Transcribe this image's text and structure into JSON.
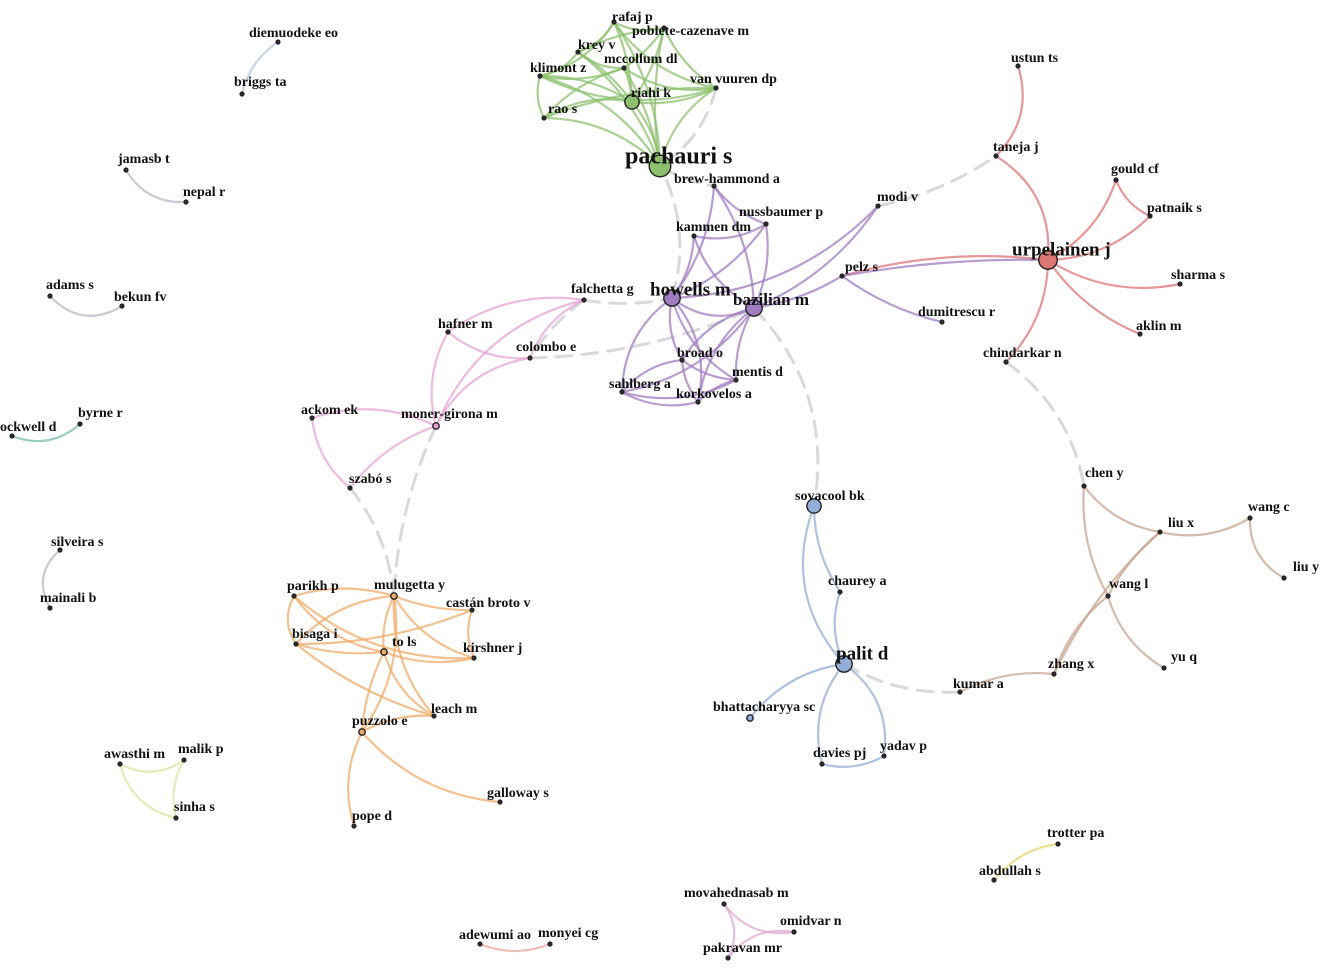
{
  "clusters": {
    "green": "#8cc06e",
    "purple": "#a07cc0",
    "red": "#de7676",
    "pink": "#e4a4d6",
    "orange": "#eeac6a",
    "blue": "#93aed6",
    "brown": "#c7a48e",
    "grey": "#b6b8c7",
    "teal": "#7bbcae",
    "lightblue": "#b2c8e2",
    "lime": "#d8e6a0",
    "salmon": "#eaaa9e",
    "yellow": "#e4d66c",
    "mauve": "#dcaad0"
  },
  "nodes": [
    {
      "id": "pachauri",
      "label": "pachauri s",
      "cluster": "green",
      "size": 3
    },
    {
      "id": "rafaj",
      "label": "rafaj p",
      "cluster": "green",
      "size": 1
    },
    {
      "id": "poblete",
      "label": "poblete-cazenave m",
      "cluster": "green",
      "size": 1
    },
    {
      "id": "krey",
      "label": "krey v",
      "cluster": "green",
      "size": 1
    },
    {
      "id": "mccollum",
      "label": "mccollum dl",
      "cluster": "green",
      "size": 1
    },
    {
      "id": "klimont",
      "label": "klimont z",
      "cluster": "green",
      "size": 1
    },
    {
      "id": "vanvuuren",
      "label": "van vuuren dp",
      "cluster": "green",
      "size": 1
    },
    {
      "id": "riahi",
      "label": "riahi k",
      "cluster": "green",
      "size": 1.6
    },
    {
      "id": "raos",
      "label": "rao s",
      "cluster": "green",
      "size": 1
    },
    {
      "id": "brewhammond",
      "label": "brew-hammond a",
      "cluster": "purple",
      "size": 1
    },
    {
      "id": "nussbaumer",
      "label": "nussbaumer p",
      "cluster": "purple",
      "size": 1
    },
    {
      "id": "kammen",
      "label": "kammen dm",
      "cluster": "purple",
      "size": 1
    },
    {
      "id": "howells",
      "label": "howells m",
      "cluster": "purple",
      "size": 2
    },
    {
      "id": "bazilian",
      "label": "bazilian m",
      "cluster": "purple",
      "size": 2
    },
    {
      "id": "broad",
      "label": "broad o",
      "cluster": "purple",
      "size": 1
    },
    {
      "id": "mentis",
      "label": "mentis d",
      "cluster": "purple",
      "size": 1
    },
    {
      "id": "sahlberg",
      "label": "sahlberg a",
      "cluster": "purple",
      "size": 1
    },
    {
      "id": "korkovelos",
      "label": "korkovelos a",
      "cluster": "purple",
      "size": 1
    },
    {
      "id": "modi",
      "label": "modi v",
      "cluster": "purple",
      "size": 1
    },
    {
      "id": "pelz",
      "label": "pelz s",
      "cluster": "purple",
      "size": 1
    },
    {
      "id": "ustun",
      "label": "ustun ts",
      "cluster": "red",
      "size": 1
    },
    {
      "id": "taneja",
      "label": "taneja j",
      "cluster": "red",
      "size": 1
    },
    {
      "id": "gould",
      "label": "gould cf",
      "cluster": "red",
      "size": 1
    },
    {
      "id": "patnaik",
      "label": "patnaik s",
      "cluster": "red",
      "size": 1
    },
    {
      "id": "urpelainen",
      "label": "urpelainen j",
      "cluster": "red",
      "size": 2.4
    },
    {
      "id": "sharma",
      "label": "sharma s",
      "cluster": "red",
      "size": 1
    },
    {
      "id": "aklin",
      "label": "aklin m",
      "cluster": "red",
      "size": 1
    },
    {
      "id": "dumitrescu",
      "label": "dumitrescu r",
      "cluster": "red",
      "size": 1
    },
    {
      "id": "chindarkar",
      "label": "chindarkar n",
      "cluster": "red",
      "size": 1
    },
    {
      "id": "falchetta",
      "label": "falchetta g",
      "cluster": "pink",
      "size": 1
    },
    {
      "id": "hafner",
      "label": "hafner m",
      "cluster": "pink",
      "size": 1
    },
    {
      "id": "colombo",
      "label": "colombo e",
      "cluster": "pink",
      "size": 1
    },
    {
      "id": "ackom",
      "label": "ackom ek",
      "cluster": "pink",
      "size": 1
    },
    {
      "id": "monergirona",
      "label": "moner-girona m",
      "cluster": "pink",
      "size": 1.2
    },
    {
      "id": "szabo",
      "label": "szabó s",
      "cluster": "pink",
      "size": 1
    },
    {
      "id": "parikh",
      "label": "parikh p",
      "cluster": "orange",
      "size": 1
    },
    {
      "id": "mulugetta",
      "label": "mulugetta y",
      "cluster": "orange",
      "size": 1.2
    },
    {
      "id": "castan",
      "label": "castán broto v",
      "cluster": "orange",
      "size": 1
    },
    {
      "id": "bisaga",
      "label": "bisaga i",
      "cluster": "orange",
      "size": 1
    },
    {
      "id": "tols",
      "label": "to ls",
      "cluster": "orange",
      "size": 1.2
    },
    {
      "id": "kirshner",
      "label": "kirshner j",
      "cluster": "orange",
      "size": 1
    },
    {
      "id": "leach",
      "label": "leach m",
      "cluster": "orange",
      "size": 1
    },
    {
      "id": "puzzolo",
      "label": "puzzolo e",
      "cluster": "orange",
      "size": 1.2
    },
    {
      "id": "galloway",
      "label": "galloway s",
      "cluster": "orange",
      "size": 1
    },
    {
      "id": "pope",
      "label": "pope d",
      "cluster": "orange",
      "size": 1
    },
    {
      "id": "sovacool",
      "label": "sovacool bk",
      "cluster": "blue",
      "size": 1.6
    },
    {
      "id": "chaurey",
      "label": "chaurey a",
      "cluster": "blue",
      "size": 1
    },
    {
      "id": "palit",
      "label": "palit d",
      "cluster": "blue",
      "size": 2
    },
    {
      "id": "bhattacharyya",
      "label": "bhattacharyya sc",
      "cluster": "blue",
      "size": 1.2
    },
    {
      "id": "davies",
      "label": "davies pj",
      "cluster": "blue",
      "size": 1
    },
    {
      "id": "yadav",
      "label": "yadav p",
      "cluster": "blue",
      "size": 1
    },
    {
      "id": "cheny",
      "label": "chen y",
      "cluster": "brown",
      "size": 1
    },
    {
      "id": "liux",
      "label": "liu x",
      "cluster": "brown",
      "size": 1
    },
    {
      "id": "wangc",
      "label": "wang c",
      "cluster": "brown",
      "size": 1
    },
    {
      "id": "liuy",
      "label": "liu y",
      "cluster": "brown",
      "size": 1
    },
    {
      "id": "wangl",
      "label": "wang l",
      "cluster": "brown",
      "size": 1
    },
    {
      "id": "yuq",
      "label": "yu q",
      "cluster": "brown",
      "size": 1
    },
    {
      "id": "zhangx",
      "label": "zhang x",
      "cluster": "brown",
      "size": 1
    },
    {
      "id": "kumar",
      "label": "kumar a",
      "cluster": "brown",
      "size": 1
    },
    {
      "id": "diemuodeke",
      "label": "diemuodeke eo",
      "cluster": "lightblue",
      "size": 1
    },
    {
      "id": "briggs",
      "label": "briggs ta",
      "cluster": "lightblue",
      "size": 1
    },
    {
      "id": "jamasb",
      "label": "jamasb t",
      "cluster": "grey",
      "size": 1
    },
    {
      "id": "nepal",
      "label": "nepal r",
      "cluster": "grey",
      "size": 1
    },
    {
      "id": "adams",
      "label": "adams s",
      "cluster": "grey",
      "size": 1
    },
    {
      "id": "bekun",
      "label": "bekun fv",
      "cluster": "grey",
      "size": 1
    },
    {
      "id": "ockwell",
      "label": "ockwell d",
      "cluster": "teal",
      "size": 1
    },
    {
      "id": "byrne",
      "label": "byrne r",
      "cluster": "teal",
      "size": 1
    },
    {
      "id": "silveira",
      "label": "silveira s",
      "cluster": "grey",
      "size": 1
    },
    {
      "id": "mainali",
      "label": "mainali b",
      "cluster": "grey",
      "size": 1
    },
    {
      "id": "awasthi",
      "label": "awasthi m",
      "cluster": "lime",
      "size": 1
    },
    {
      "id": "malik",
      "label": "malik p",
      "cluster": "lime",
      "size": 1
    },
    {
      "id": "sinha",
      "label": "sinha s",
      "cluster": "lime",
      "size": 1
    },
    {
      "id": "trotter",
      "label": "trotter pa",
      "cluster": "yellow",
      "size": 1
    },
    {
      "id": "abdullah",
      "label": "abdullah s",
      "cluster": "yellow",
      "size": 1
    },
    {
      "id": "movahednasab",
      "label": "movahednasab m",
      "cluster": "mauve",
      "size": 1
    },
    {
      "id": "omidvar",
      "label": "omidvar n",
      "cluster": "mauve",
      "size": 1
    },
    {
      "id": "pakravan",
      "label": "pakravan mr",
      "cluster": "mauve",
      "size": 1
    },
    {
      "id": "adewumi",
      "label": "adewumi ao",
      "cluster": "salmon",
      "size": 1
    },
    {
      "id": "monyei",
      "label": "monyei cg",
      "cluster": "salmon",
      "size": 1
    }
  ]
}
